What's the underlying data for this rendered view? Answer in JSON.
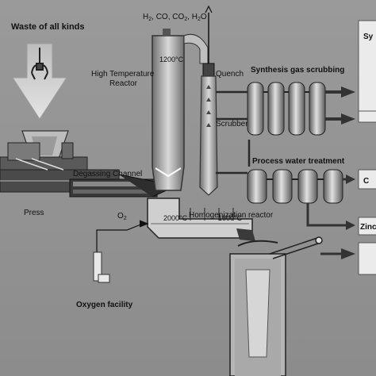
{
  "labels": {
    "waste": "Waste of all kinds",
    "gases_h2": "H",
    "gases_h2_sub": "2",
    "gases_co": ", CO, CO",
    "gases_co2_sub": "2",
    "gases_h2o": ", H",
    "gases_h2o_sub": "2",
    "gases_o": "O",
    "temp_1200": "1200°C",
    "high_temp_reactor_line1": "High Temperature",
    "high_temp_reactor_line2": "Reactor",
    "quench": "Quench",
    "synthesis_gas_scrubbing": "Synthesis gas scrubbing",
    "scrubber": "Scrubber",
    "degassing_channel": "Degassing Channel",
    "process_water_treatment": "Process water treatment",
    "press": "Press",
    "o2": "O",
    "o2_sub": "2",
    "homogenization_reactor": "Homogenization reactor",
    "temp_2000": "2000°C",
    "temp_1600": "1600°C",
    "oxygen_facility": "Oxygen facility",
    "right_box_sy": "Sy",
    "right_box_c": "C",
    "right_box_zinc": "Zinc"
  },
  "colors": {
    "background": "#8e8e8e",
    "arrow": "#d4d4d4",
    "vessel": "#cfcfcf",
    "dark_pipe": "#3c3c3c",
    "box": "#e6e6e6"
  }
}
